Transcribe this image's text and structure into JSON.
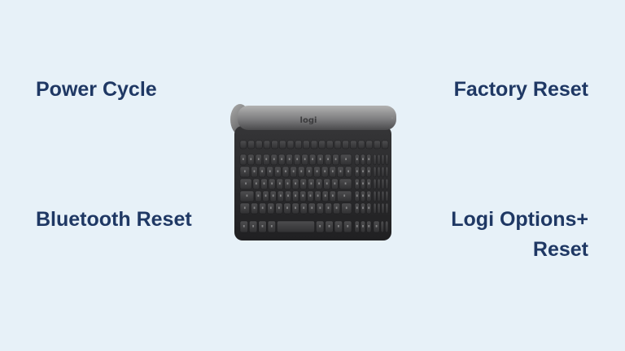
{
  "slide": {
    "background_color": "#E7F1F8",
    "label_color": "#1F3864",
    "labels": {
      "top_left": "Power Cycle",
      "top_right": "Factory Reset",
      "bottom_left": "Bluetooth Reset",
      "bottom_right_line1": "Logi Options+",
      "bottom_right_line2": "Reset"
    },
    "keyboard": {
      "brand_logo": "logi",
      "body_color": "#2B2B2D",
      "top_bar_top_color": "#B2B2B1",
      "top_bar_bottom_color": "#4A4A4C"
    }
  }
}
